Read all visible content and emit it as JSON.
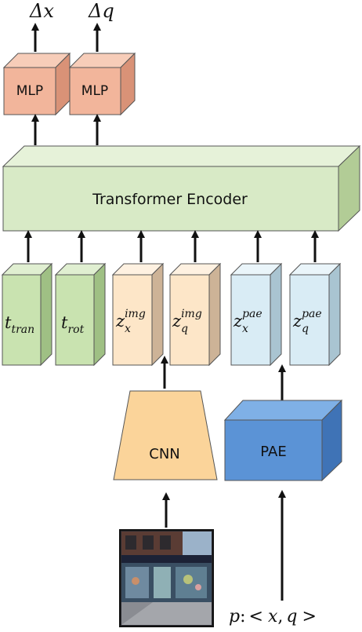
{
  "outputs": [
    {
      "base": "Δ",
      "var": "x"
    },
    {
      "base": "Δ",
      "var": "q"
    }
  ],
  "mlp_labels": [
    "MLP",
    "MLP"
  ],
  "encoder_label": "Transformer Encoder",
  "tokens": [
    {
      "base": "t",
      "sub": "tran",
      "sup": ""
    },
    {
      "base": "t",
      "sub": "rot",
      "sup": ""
    },
    {
      "base": "z",
      "sub": "x",
      "sup": "img"
    },
    {
      "base": "z",
      "sub": "q",
      "sup": "img"
    },
    {
      "base": "z",
      "sub": "x",
      "sup": "pae"
    },
    {
      "base": "z",
      "sub": "q",
      "sup": "pae"
    }
  ],
  "cnn_label": "CNN",
  "pae_label": "PAE",
  "pose_input": {
    "p": "p",
    "colon": ":",
    "lt": "<",
    "x": "x",
    "comma": ",",
    "q": "q",
    "gt": ">"
  },
  "colors": {
    "mlp_front": "#f2b59b",
    "mlp_top": "#f7cdb9",
    "mlp_side": "#d99277",
    "encoder_front": "#d8eac6",
    "encoder_top": "#e6f2d9",
    "encoder_side": "#b2cc96",
    "green_front": "#c9e3b0",
    "green_top": "#e0efd1",
    "green_side": "#9fc084",
    "img_front": "#fde6c8",
    "img_top": "#fef1e1",
    "img_side": "#cdb397",
    "pae_tok_front": "#d9ecf5",
    "pae_tok_top": "#eaf5fa",
    "pae_tok_side": "#a9c4d1",
    "cnn_fill": "#fbd49a",
    "pae_front": "#5b93d6",
    "pae_top": "#7fb0e6",
    "pae_side": "#3f73b6"
  }
}
